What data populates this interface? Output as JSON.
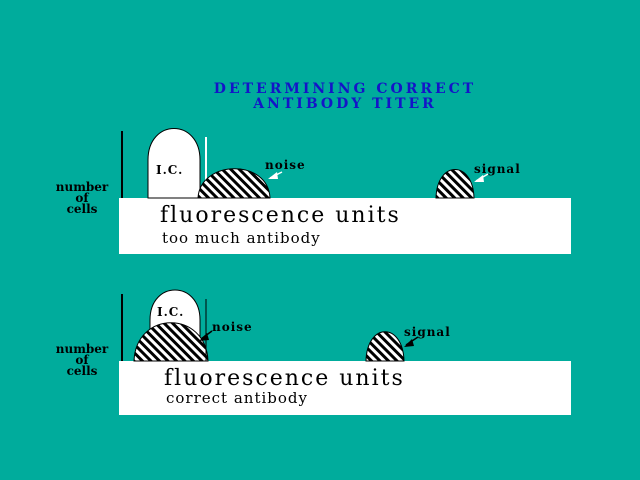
{
  "title": {
    "line1": "DETERMINING CORRECT",
    "line2": "ANTIBODY TITER"
  },
  "colors": {
    "background": "#00AC9C",
    "title": "#1414C8",
    "box": "#FFFFFF",
    "ink": "#000000"
  },
  "panels": [
    {
      "y_label": [
        "number",
        "of",
        "cells"
      ],
      "axis_title": "fluorescence units",
      "condition": "too much antibody",
      "ic_label": "I.C.",
      "noise_label": "noise",
      "signal_label": "signal"
    },
    {
      "y_label": [
        "number",
        "of",
        "cells"
      ],
      "axis_title": "fluorescence units",
      "condition": "correct antibody",
      "ic_label": "I.C.",
      "noise_label": "noise",
      "signal_label": "signal"
    }
  ]
}
